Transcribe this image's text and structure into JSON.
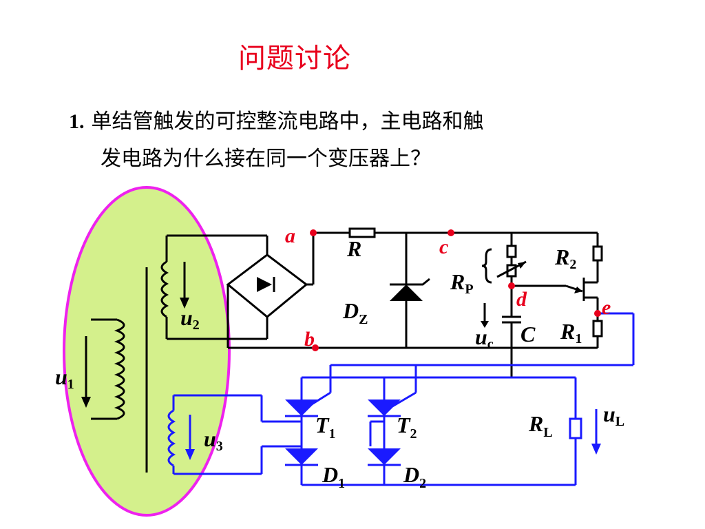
{
  "title": "问题讨论",
  "question": {
    "number": "1.",
    "line1": "单结管触发的可控整流电路中，主电路和触",
    "line2": "发电路为什么接在同一个变压器上？"
  },
  "labels": {
    "a": "a",
    "b": "b",
    "c": "c",
    "d": "d",
    "e": "e",
    "R": "R",
    "R2": "R",
    "R2_sub": "2",
    "RP": "R",
    "RP_sub": "P",
    "DZ": "D",
    "DZ_sub": "Z",
    "C": "C",
    "uc": "u",
    "uc_sub": "c",
    "R1": "R",
    "R1_sub": "1",
    "u2": "u",
    "u2_sub": "2",
    "u1": "u",
    "u1_sub": "1",
    "u3": "u",
    "u3_sub": "3",
    "T1": "T",
    "T1_sub": "1",
    "T2": "T",
    "T2_sub": "2",
    "D1": "D",
    "D1_sub": "1",
    "D2": "D",
    "D2_sub": "2",
    "RL": "R",
    "RL_sub": "L",
    "uL": "u",
    "uL_sub": "L"
  },
  "colors": {
    "title": "#e8001c",
    "highlight_fill": "#d4f08c",
    "highlight_stroke": "#ee22ee",
    "trigger_wire": "#000000",
    "main_wire": "#1a1aff",
    "node": "#e8001c"
  }
}
